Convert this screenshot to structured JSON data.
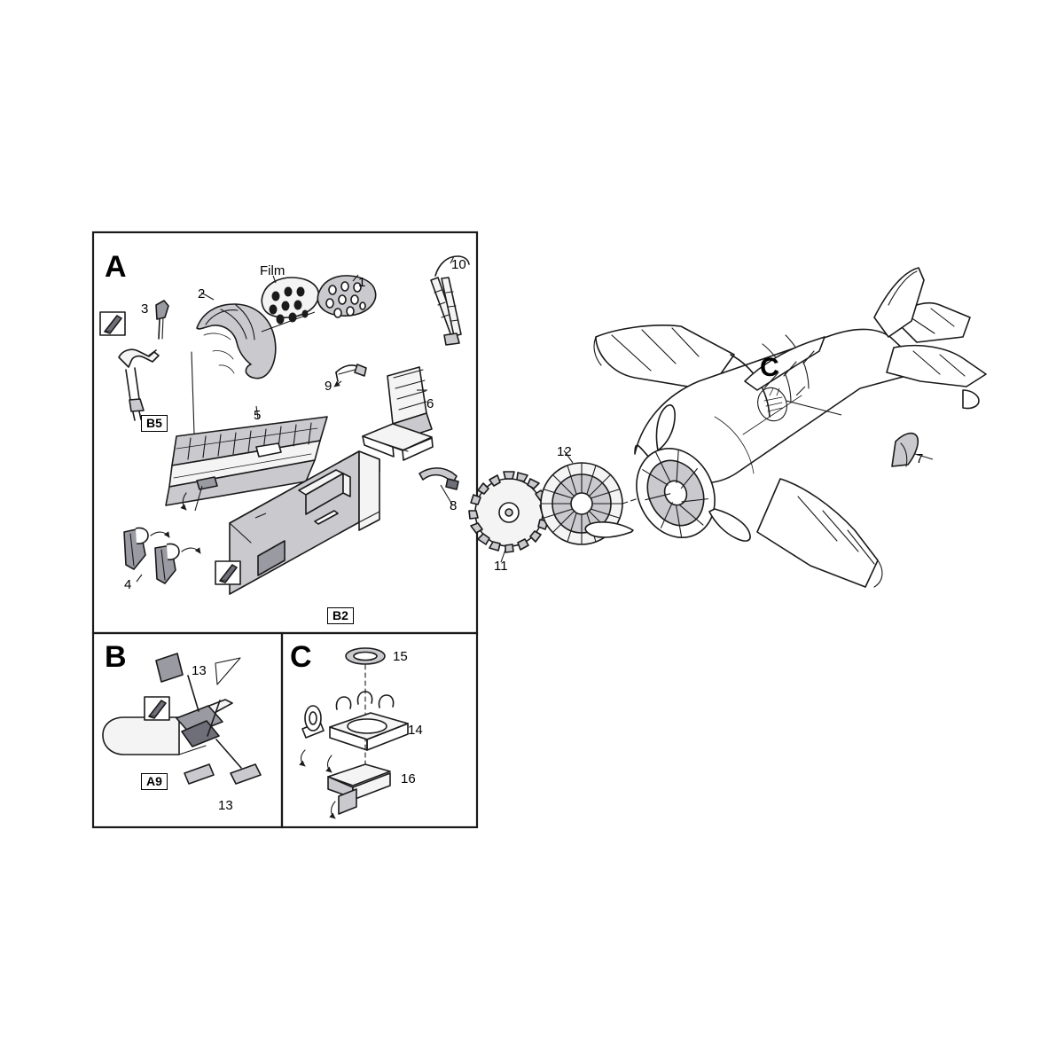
{
  "document": {
    "type": "model-kit-assembly-instruction",
    "subject": "Single-engine radial propeller fighter aircraft detail set"
  },
  "panels": [
    {
      "id": "A",
      "label": "A"
    },
    {
      "id": "B",
      "label": "B"
    },
    {
      "id": "C",
      "label": "C"
    }
  ],
  "plane_callout": {
    "label": "C"
  },
  "labels": {
    "film": "Film",
    "part_1": "1",
    "part_2": "2",
    "part_3": "3",
    "part_4": "4",
    "part_5": "5",
    "part_6": "6",
    "part_7": "7",
    "part_8": "8",
    "part_9": "9",
    "part_10": "10",
    "part_11": "11",
    "part_12": "12",
    "part_13a": "13",
    "part_13b": "13",
    "part_14": "14",
    "part_15": "15",
    "part_16": "16"
  },
  "kit_refs": {
    "b5": "B5",
    "b2": "B2",
    "a9": "A9"
  },
  "colors": {
    "line": "#1a1a1a",
    "fill_light": "#f2f2f2",
    "fill_grey": "#c8c8cd",
    "fill_mid": "#9a9aa2",
    "fill_dark": "#6e6e78",
    "background": "#ffffff"
  }
}
